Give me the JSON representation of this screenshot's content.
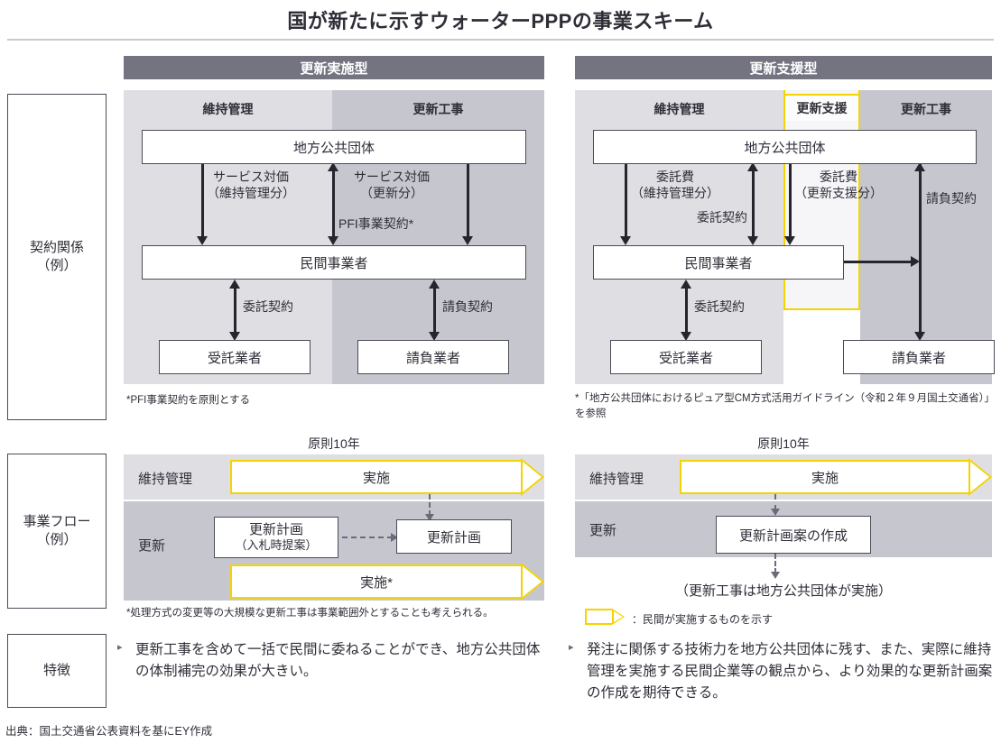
{
  "title": "国が新たに示すウォーターPPPの事業スキーム",
  "row_labels": {
    "contract": "契約関係\n（例）",
    "contract_line1": "契約関係",
    "contract_line2": "（例）",
    "flow_line1": "事業フロー",
    "flow_line2": "（例）",
    "feature": "特徴"
  },
  "panels": {
    "left": {
      "header": "更新実施型",
      "columns": [
        {
          "label": "維持管理",
          "highlight": false
        },
        {
          "label": "更新工事",
          "highlight": false
        }
      ],
      "nodes": {
        "authority": "地方公共団体",
        "operator": "民間事業者",
        "contractor_left": "受託業者",
        "contractor_right": "請負業者"
      },
      "edges": {
        "service_fee_om_l1": "サービス対価",
        "service_fee_om_l2": "（維持管理分）",
        "service_fee_renew_l1": "サービス対価",
        "service_fee_renew_l2": "（更新分）",
        "pfi_contract": "PFI事業契約*",
        "entrust_contract": "委託契約",
        "work_contract": "請負契約"
      },
      "footnote": "*PFI事業契約を原則とする"
    },
    "right": {
      "header": "更新支援型",
      "columns": [
        {
          "label": "維持管理",
          "highlight": false
        },
        {
          "label": "更新支援",
          "highlight": true
        },
        {
          "label": "更新工事",
          "highlight": false
        }
      ],
      "nodes": {
        "authority": "地方公共団体",
        "operator": "民間事業者",
        "contractor_left": "受託業者",
        "contractor_right": "請負業者"
      },
      "edges": {
        "entrust_fee_om_l1": "委託費",
        "entrust_fee_om_l2": "（維持管理分）",
        "entrust_fee_support_l1": "委託費",
        "entrust_fee_support_l2": "（更新支援分）",
        "entrust_contract_top": "委託契約",
        "work_contract": "請負契約",
        "entrust_contract_bottom": "委託契約"
      },
      "footnote": "*「地方公共団体におけるピュア型CM方式活用ガイドライン（令和２年９月国土交通省）」を参照"
    }
  },
  "flow": {
    "left": {
      "duration": "原則10年",
      "row_om_label": "維持管理",
      "row_renew_label": "更新",
      "arrow_om_text": "実施",
      "arrow_renew_text": "実施*",
      "box_plan_bid_l1": "更新計画",
      "box_plan_bid_l2": "（入札時提案）",
      "box_plan": "更新計画",
      "note": "*処理方式の変更等の大規模な更新工事は事業範囲外とすることも考えられる。"
    },
    "right": {
      "duration": "原則10年",
      "row_om_label": "維持管理",
      "row_renew_label": "更新",
      "arrow_om_text": "実施",
      "box_plan_draft": "更新計画案の作成",
      "caption": "（更新工事は地方公共団体が実施）",
      "legend_text": "：民間が実施するものを示す"
    }
  },
  "features": {
    "left": "更新工事を含めて一括で民間に委ねることができ、地方公共団体の体制補完の効果が大きい。",
    "right": "発注に関係する技術力を地方公共団体に残す、また、実際に維持管理を実施する民間企業等の観点から、より効果的な更新計画案の作成を期待できる。",
    "bullet": "▸"
  },
  "source": "出典：国土交通省公表資料を基にEY作成",
  "colors": {
    "header_bar": "#737480",
    "band_light": "#dfdfe3",
    "band_dark": "#c6c7ce",
    "accent_yellow": "#f5d300",
    "text": "#2e2e38"
  }
}
